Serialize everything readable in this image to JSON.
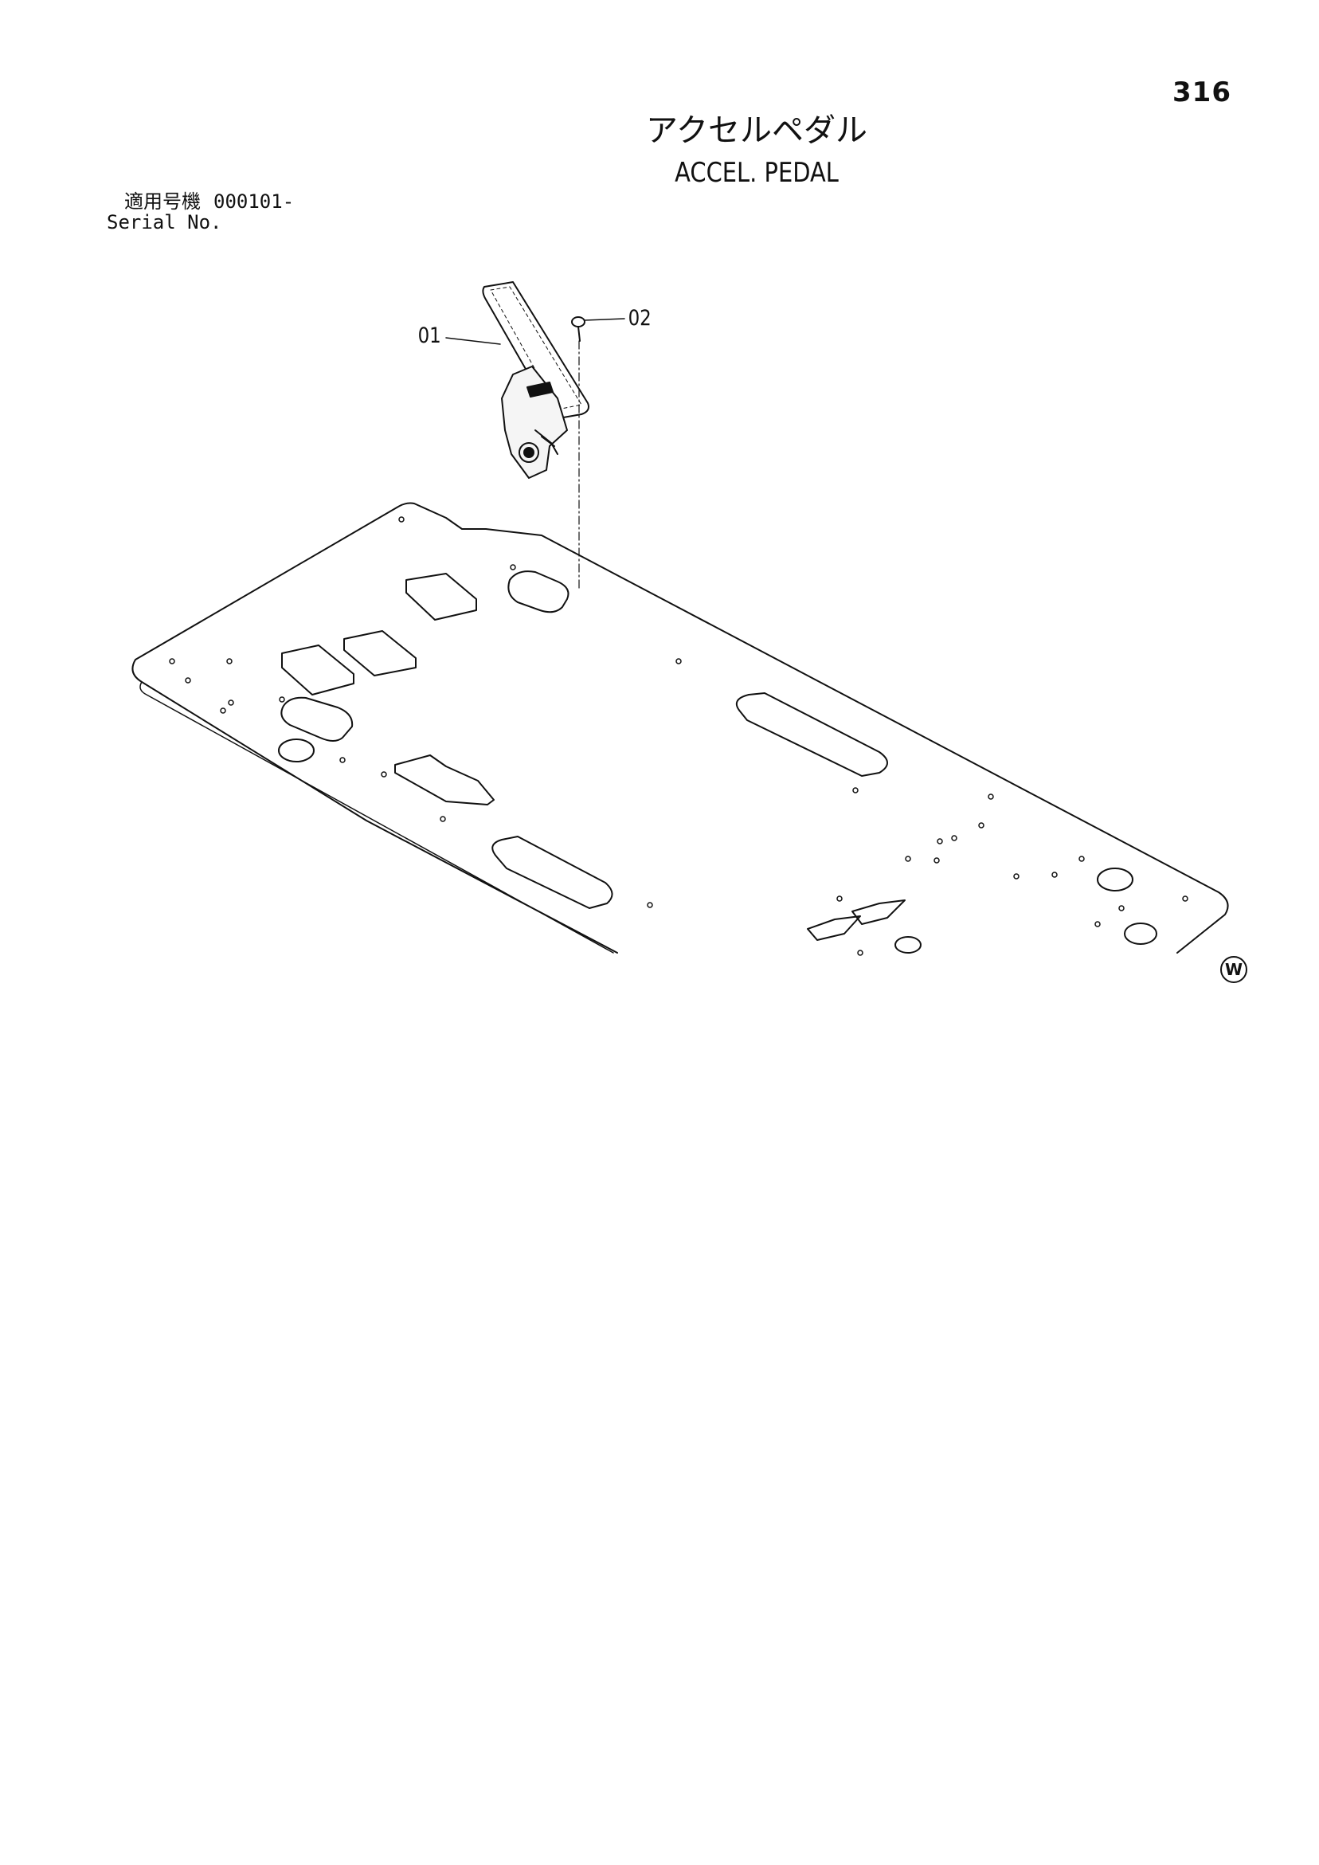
{
  "page_number": "316",
  "title_jp": "アクセルペダル",
  "title_en": "ACCEL. PEDAL",
  "serial": {
    "label_jp": "適用号機",
    "value": "000101-",
    "label_en": "Serial No."
  },
  "callouts": [
    {
      "id": "01",
      "label": "01"
    },
    {
      "id": "02",
      "label": "02"
    }
  ],
  "corner_mark": "W",
  "colors": {
    "line": "#111111",
    "background": "#ffffff"
  }
}
